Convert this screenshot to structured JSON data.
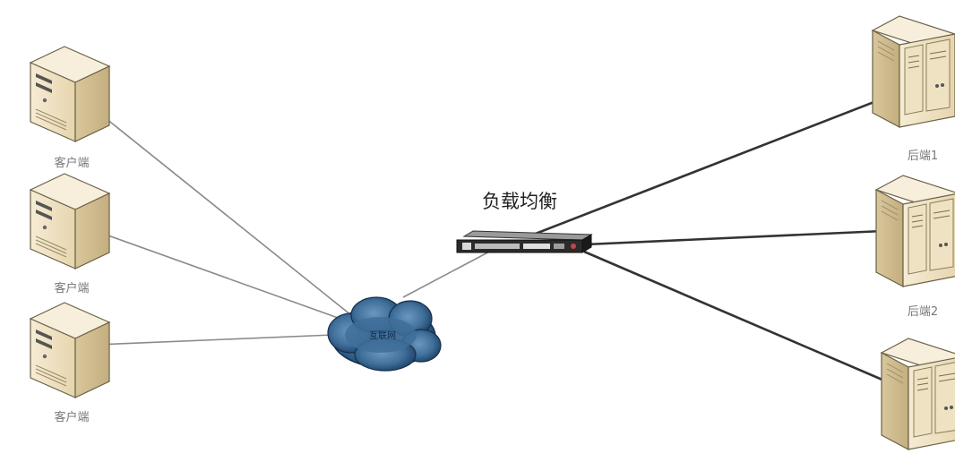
{
  "diagram": {
    "title": "负载均衡",
    "internet_label": "互联网",
    "clients": [
      {
        "label": "客户端"
      },
      {
        "label": "客户端"
      },
      {
        "label": "客户端"
      }
    ],
    "backends": [
      {
        "label": "后端1"
      },
      {
        "label": "后端2"
      },
      {
        "label": ""
      }
    ]
  },
  "colors": {
    "server_face": "#efe3c6",
    "server_side": "#d8c79e",
    "server_top": "#f7efdc",
    "server_outline": "#6b6147",
    "cloud_fill": "#3f6f9a",
    "cloud_dark": "#1d3f63",
    "line_client": "#8a8a8a",
    "line_backend": "#333333"
  }
}
